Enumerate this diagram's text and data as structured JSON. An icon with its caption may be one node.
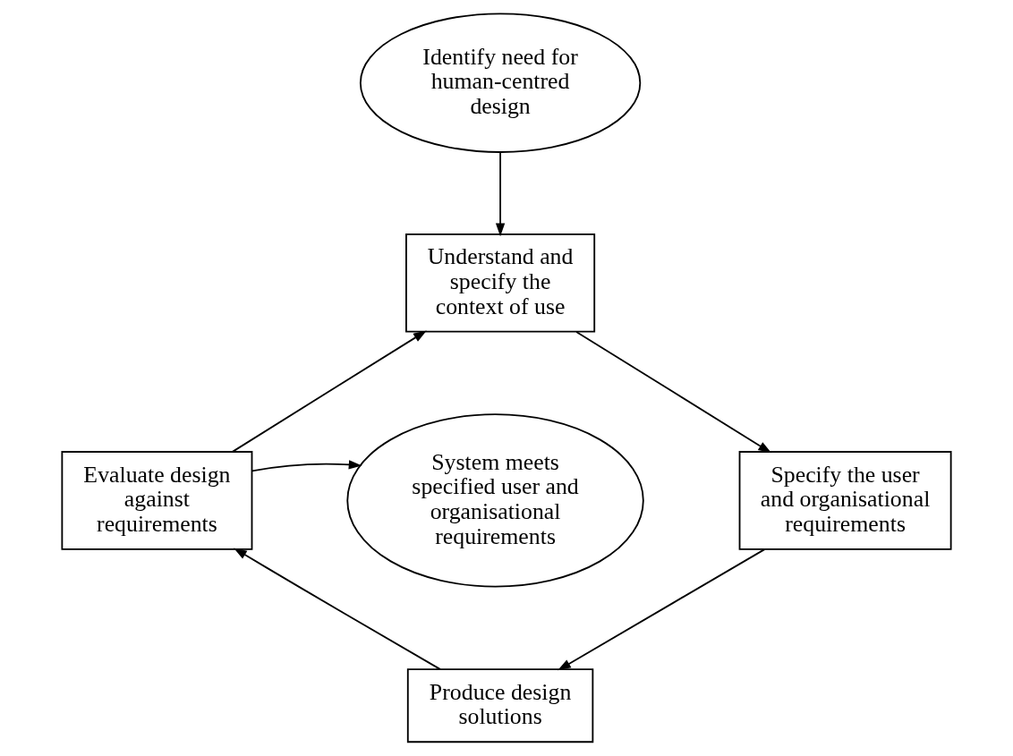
{
  "diagram": {
    "nodes": [
      {
        "text": [
          "Identify need for human-centred design"
        ]
      },
      {
        "text": [
          "Understand and specify the context of use"
        ]
      },
      {
        "text": [
          "Specify the user and organisational requirements"
        ]
      },
      {
        "text": [
          "Produce design solutions"
        ]
      },
      {
        "text": [
          "Evaluate design against requirements"
        ]
      },
      {
        "text": [
          "System meets specified user and organisational requirements"
        ]
      }
    ],
    "edges": [
      {
        "from": 0,
        "to": 1,
        "arrow": "to"
      },
      {
        "from": 1,
        "to": 2,
        "arrow": "to"
      },
      {
        "from": 2,
        "to": 3,
        "arrow": "to"
      },
      {
        "from": 3,
        "to": 4,
        "arrow": "to"
      },
      {
        "from": 4,
        "to": 1,
        "arrow": "to"
      },
      {
        "from": 4,
        "to": 5,
        "arrow": "to"
      }
    ]
  }
}
